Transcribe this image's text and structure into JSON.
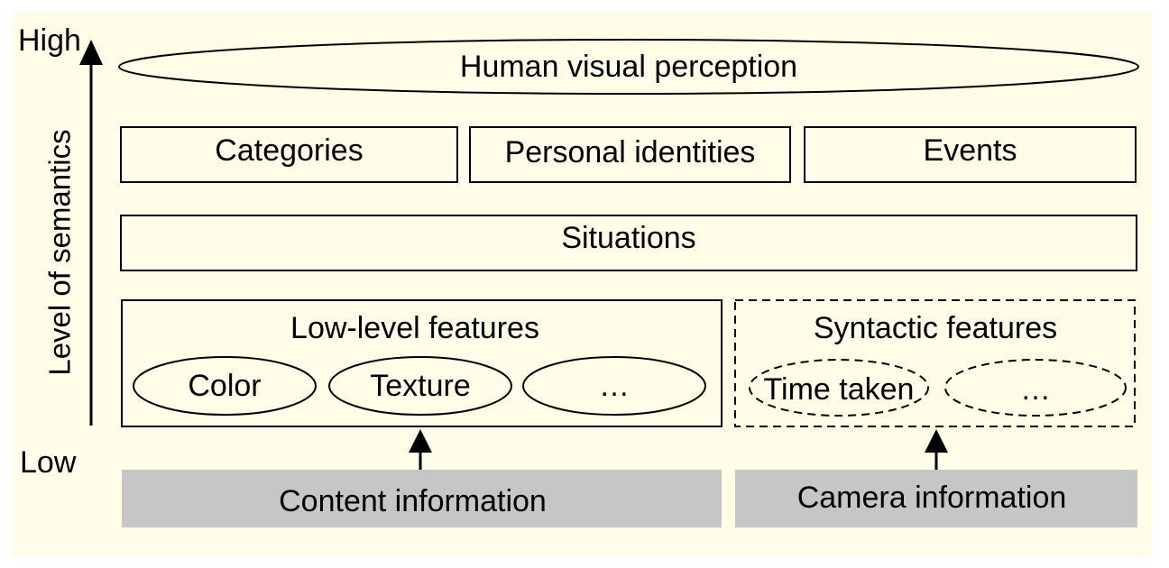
{
  "axis": {
    "high_label": "High",
    "low_label": "Low",
    "y_label": "Level of semantics"
  },
  "top": {
    "label": "Human visual perception"
  },
  "middle": {
    "boxes": [
      "Categories",
      "Personal identities",
      "Events"
    ],
    "situations": "Situations"
  },
  "low_level": {
    "title": "Low-level features",
    "items": [
      "Color",
      "Texture",
      "…"
    ]
  },
  "syntactic": {
    "title": "Syntactic features",
    "items": [
      "Time taken",
      "…"
    ]
  },
  "sources": {
    "content": "Content information",
    "camera": "Camera information"
  },
  "colors": {
    "background": "#fffde8",
    "source_fill": "#c6c6c6",
    "stroke": "#000000"
  }
}
